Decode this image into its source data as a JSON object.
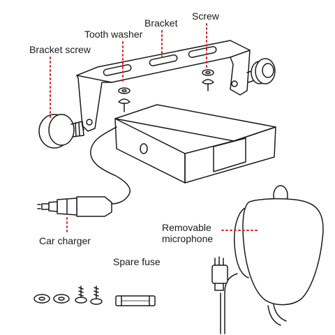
{
  "labels": {
    "bracket_screw": "Bracket screw",
    "tooth_washer": "Tooth washer",
    "bracket": "Bracket",
    "screw": "Screw",
    "car_charger": "Car charger",
    "spare_fuse": "Spare fuse",
    "removable_microphone_line1": "Removable",
    "removable_microphone_line2": "microphone"
  },
  "colors": {
    "line": "#1a1a1a",
    "leader": "#e02020",
    "background": "#ffffff"
  }
}
